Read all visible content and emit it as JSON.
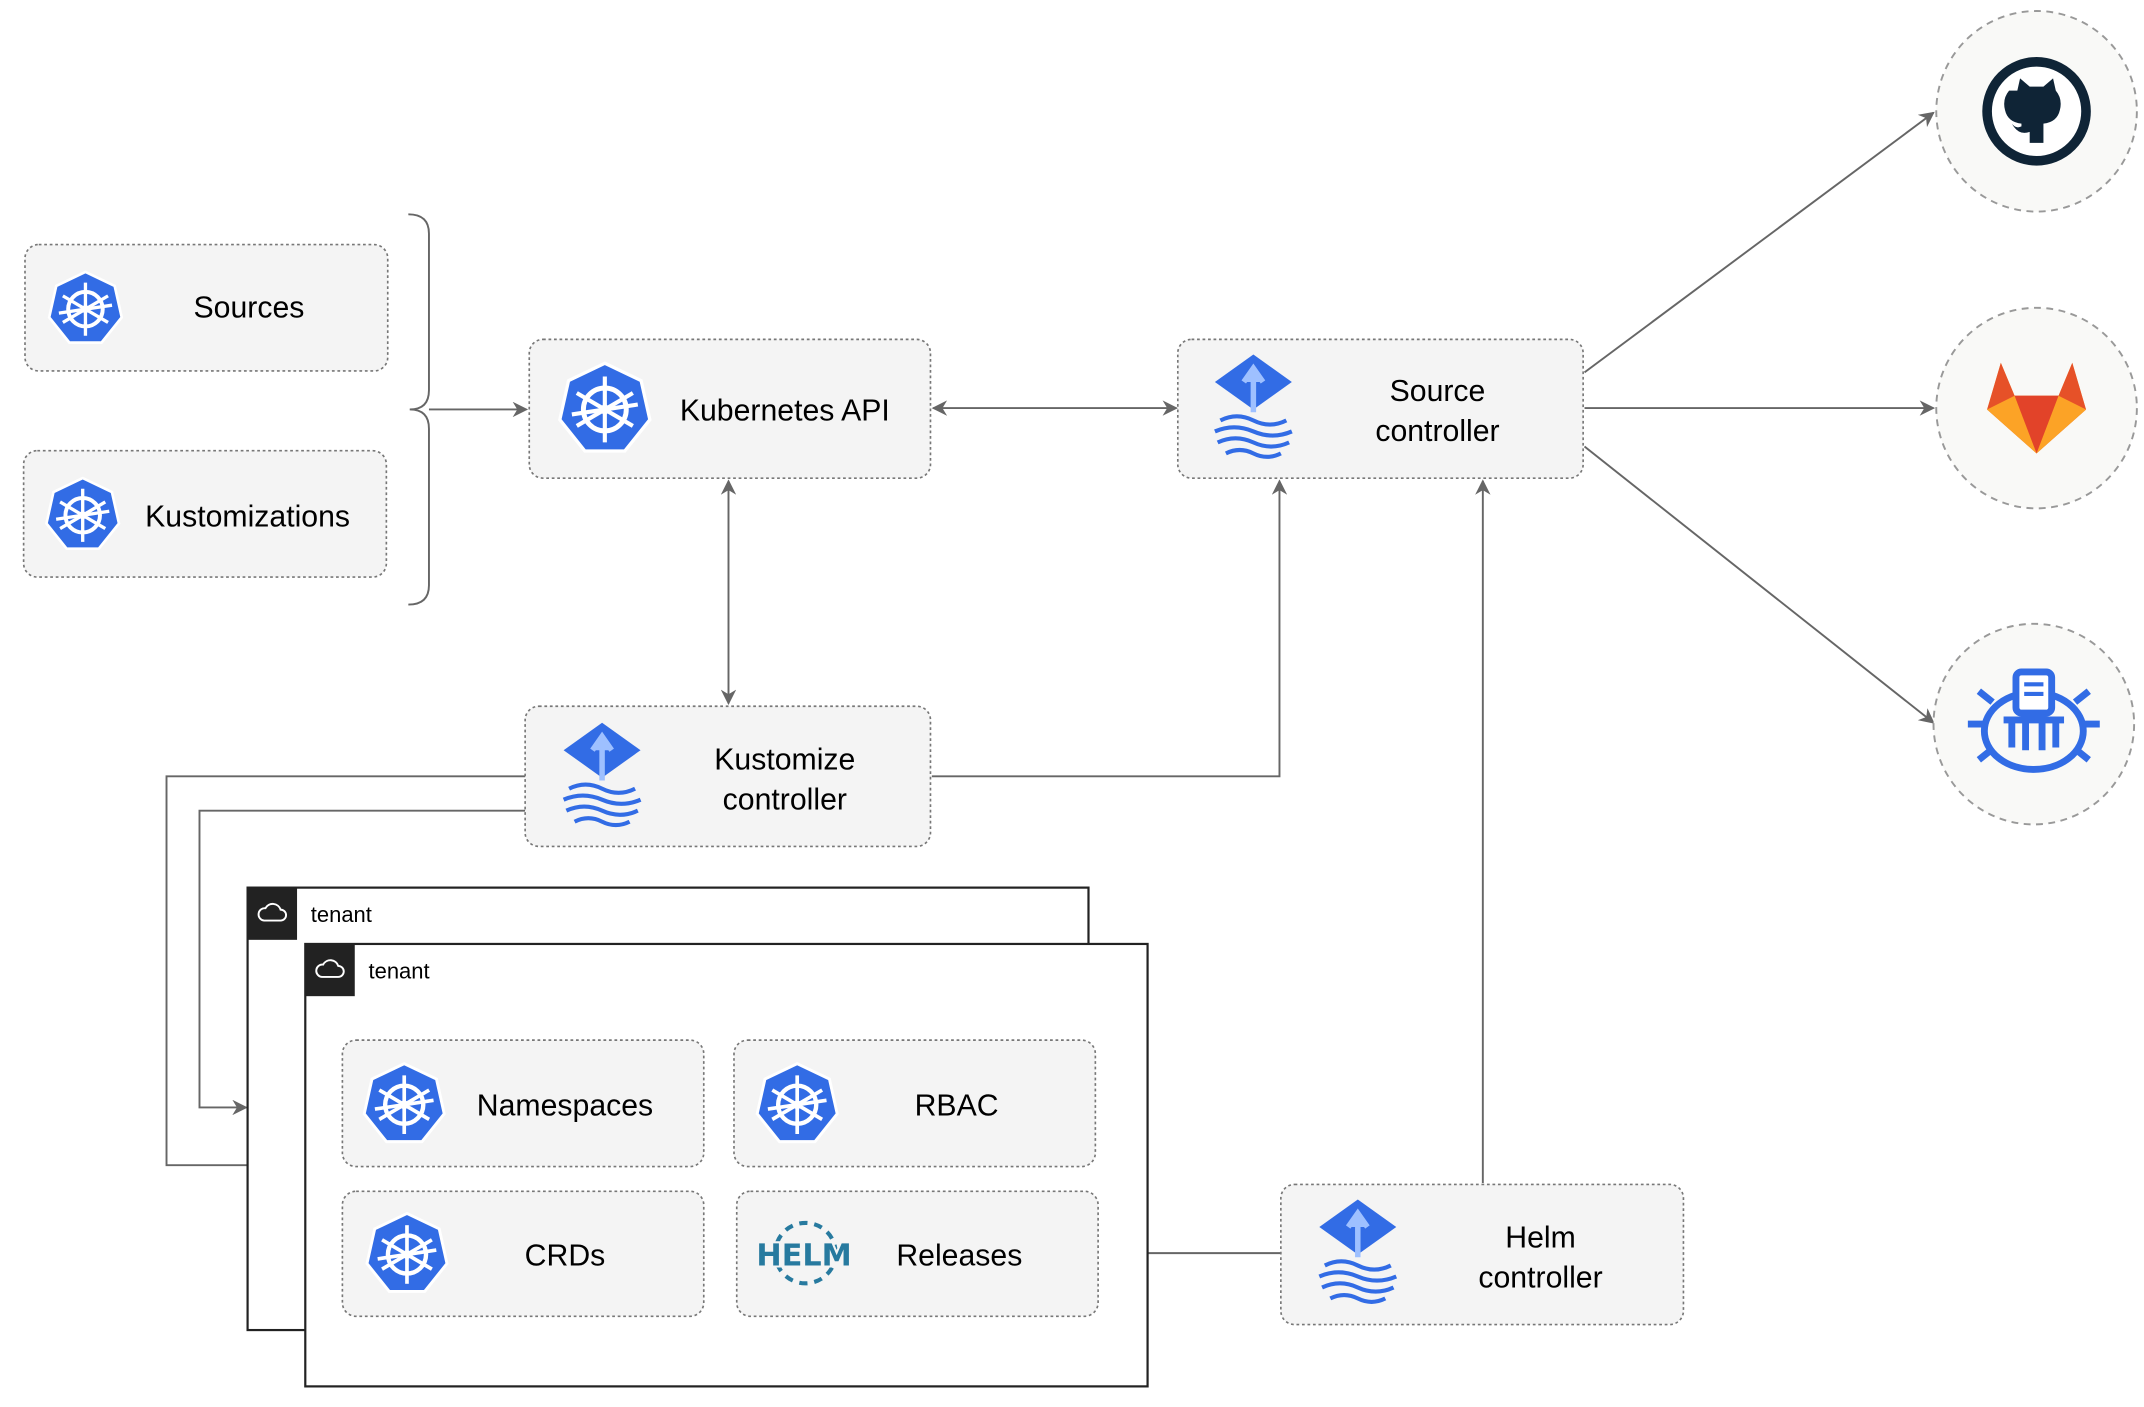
{
  "nodes": {
    "sources": "Sources",
    "kustomizations": "Kustomizations",
    "kubernetes_api": "Kubernetes API",
    "source_controller": [
      "Source",
      "controller"
    ],
    "kustomize_controller": [
      "Kustomize",
      "controller"
    ],
    "helm_controller": [
      "Helm",
      "controller"
    ],
    "namespaces": "Namespaces",
    "rbac": "RBAC",
    "crds": "CRDs",
    "releases": "Releases",
    "helm_logo_text": "HELM"
  },
  "tenants": [
    "tenant",
    "tenant"
  ],
  "external_sources": [
    {
      "icon": "github-icon"
    },
    {
      "icon": "gitlab-icon"
    },
    {
      "icon": "helm-repository-icon"
    }
  ],
  "colors": {
    "kubernetes_blue": "#326ce5",
    "github_dark": "#0f2436",
    "gitlab_orange": "#e24329",
    "gitlab_light": "#fca326",
    "edge": "#666666"
  }
}
